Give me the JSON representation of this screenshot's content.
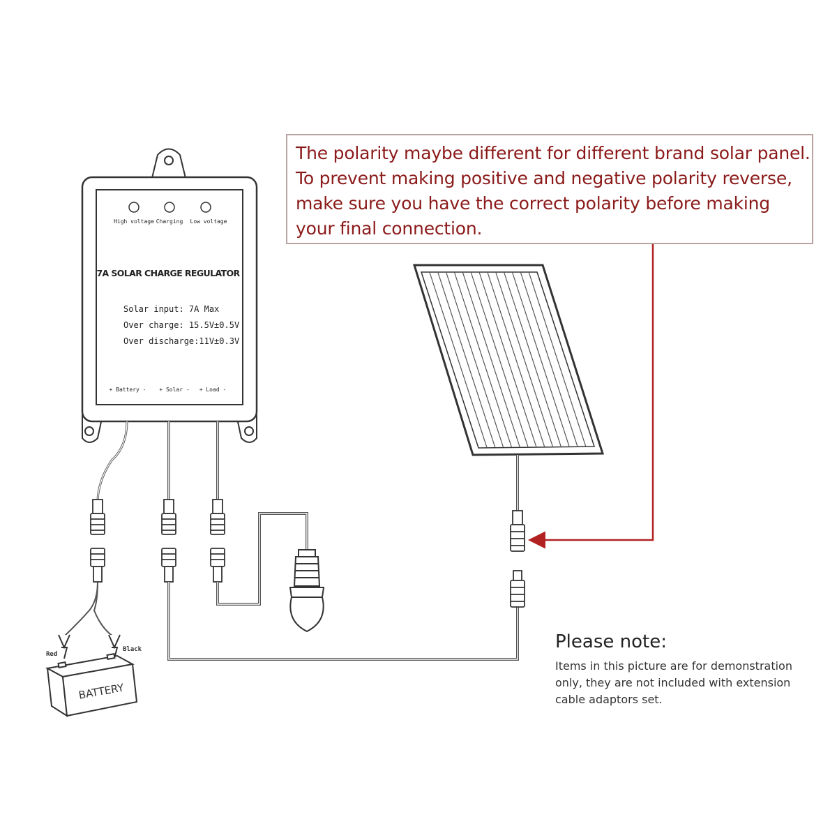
{
  "warning": {
    "lines": [
      "The polarity maybe different for different brand solar panel.",
      "To prevent making positive and negative polarity reverse,",
      "make sure you have the correct polarity before making",
      "your final connection."
    ],
    "color": "#8b1a1a"
  },
  "regulator": {
    "led_labels": [
      "High voltage",
      "Charging",
      "Low voltage"
    ],
    "title": "7A SOLAR CHARGE REGULATOR",
    "specs": [
      "Solar input: 7A Max",
      "Over charge: 15.5V±0.5V",
      "Over discharge:11V±0.3V"
    ],
    "ports": [
      "+ Battery -",
      "+ Solar -",
      "+ Load -"
    ]
  },
  "battery": {
    "label": "BATTERY",
    "red_label": "Red",
    "black_label": "Black"
  },
  "note": {
    "title": "Please note:",
    "lines": [
      "Items in this picture are for demonstration",
      "only, they are not included with extension",
      "cable adaptors set."
    ]
  },
  "colors": {
    "arrow": "#b22222",
    "line": "#333333"
  }
}
